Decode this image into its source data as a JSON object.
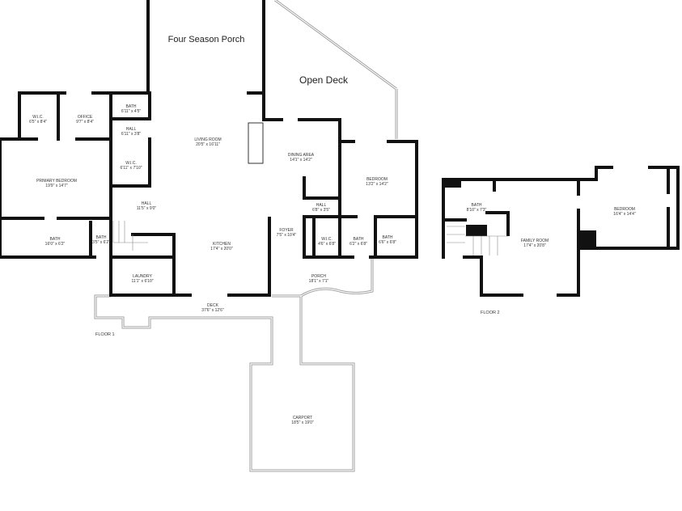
{
  "annotations": {
    "four_season_porch": "Four Season Porch",
    "open_deck": "Open Deck"
  },
  "floor1": {
    "label": "FLOOR 1",
    "rooms": [
      {
        "name": "W.I.C.",
        "dims": "6'5\" x 8'4\""
      },
      {
        "name": "OFFICE",
        "dims": "9'7\" x 8'4\""
      },
      {
        "name": "BATH",
        "dims": "6'11\" x 4'5\""
      },
      {
        "name": "HALL",
        "dims": "6'11\" x 3'8\""
      },
      {
        "name": "LIVING ROOM",
        "dims": "20'5\" x 16'11\""
      },
      {
        "name": "DINING AREA",
        "dims": "14'1\" x 14'2\""
      },
      {
        "name": "BEDROOM",
        "dims": "13'2\" x 14'2\""
      },
      {
        "name": "W.I.C.",
        "dims": "6'11\" x 7'10\""
      },
      {
        "name": "PRIMARY BEDROOM",
        "dims": "19'9\" x 14'7\""
      },
      {
        "name": "HALL",
        "dims": "11'5\" x 9'0\""
      },
      {
        "name": "HALL",
        "dims": "6'8\" x 3'5\""
      },
      {
        "name": "FOYER",
        "dims": "7'5\" x 10'4\""
      },
      {
        "name": "W.I.C.",
        "dims": "4'6\" x 6'8\""
      },
      {
        "name": "BATH",
        "dims": "6'2\" x 6'8\""
      },
      {
        "name": "BATH",
        "dims": "6'6\" x 6'8\""
      },
      {
        "name": "BATH",
        "dims": "16'0\" x 6'2\""
      },
      {
        "name": "BATH",
        "dims": "3'5\" x 6'2\""
      },
      {
        "name": "KITCHEN",
        "dims": "17'4\" x 20'0\""
      },
      {
        "name": "LAUNDRY",
        "dims": "11'1\" x 6'10\""
      },
      {
        "name": "PORCH",
        "dims": "18'1\" x 7'1\""
      },
      {
        "name": "DECK",
        "dims": "37'6\" x 12'6\""
      },
      {
        "name": "CARPORT",
        "dims": "18'5\" x 19'0\""
      }
    ]
  },
  "floor2": {
    "label": "FLOOR 2",
    "rooms": [
      {
        "name": "BATH",
        "dims": "8'10\" x 7'3\""
      },
      {
        "name": "FAMILY ROOM",
        "dims": "17'4\" x 20'8\""
      },
      {
        "name": "BEDROOM",
        "dims": "16'4\" x 14'4\""
      }
    ]
  }
}
